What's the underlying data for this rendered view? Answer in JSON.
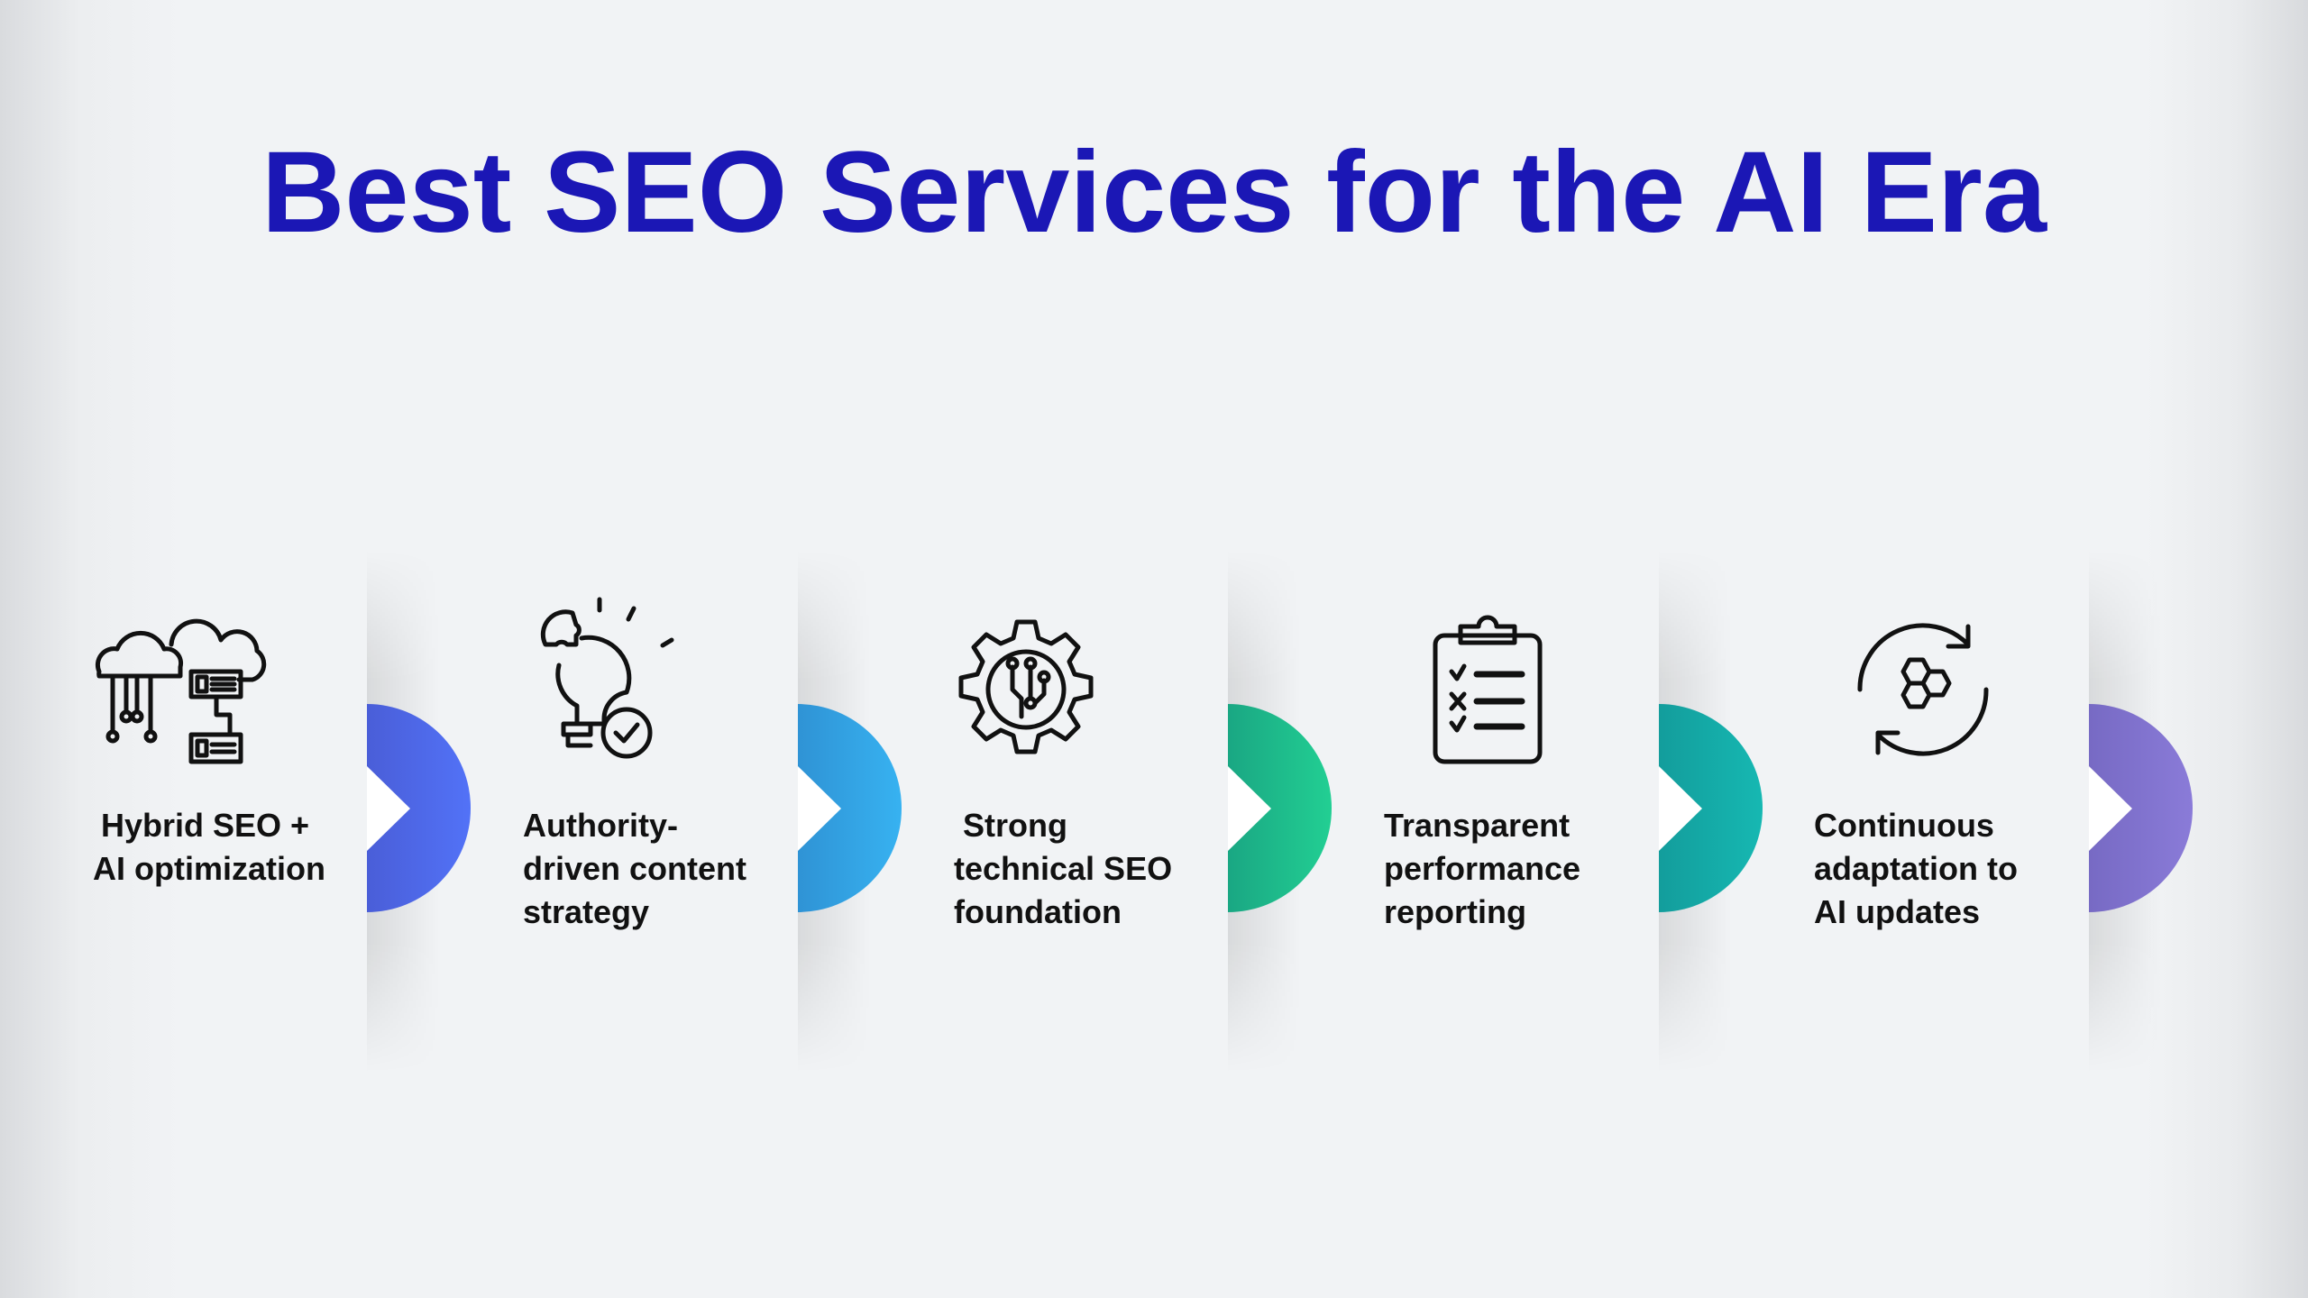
{
  "title": "Best SEO Services for the AI Era",
  "steps": [
    {
      "lines": [
        "Hybrid SEO +",
        "AI optimization"
      ],
      "icon": "cloud-network-icon",
      "color_from": "#4a5ed8",
      "color_to": "#5272f7"
    },
    {
      "lines": [
        "Authority-",
        "driven content",
        "strategy"
      ],
      "icon": "puzzle-lightbulb-check-icon",
      "color_from": "#2f93d5",
      "color_to": "#37b2f1"
    },
    {
      "lines": [
        "Strong",
        "technical SEO",
        "foundation"
      ],
      "icon": "gear-circuit-icon",
      "color_from": "#1aa783",
      "color_to": "#22cf93"
    },
    {
      "lines": [
        "Transparent",
        "performance",
        "reporting"
      ],
      "icon": "clipboard-checklist-icon",
      "color_from": "#139d9c",
      "color_to": "#16b8b2"
    },
    {
      "lines": [
        "Continuous",
        "adaptation to",
        "AI updates"
      ],
      "icon": "refresh-hexagons-icon",
      "color_from": "#776ac4",
      "color_to": "#8a7bd8"
    }
  ]
}
